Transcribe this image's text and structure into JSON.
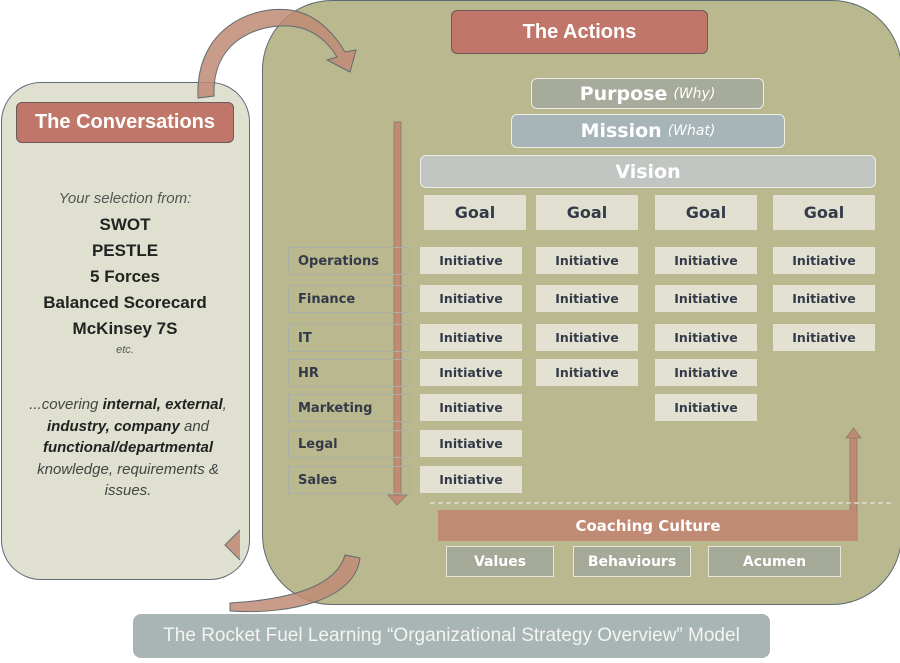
{
  "conversations": {
    "title": "The Conversations",
    "intro": "Your selection from:",
    "tools": [
      "SWOT",
      "PESTLE",
      "5 Forces",
      "Balanced Scorecard",
      "McKinsey 7S"
    ],
    "etc": "etc.",
    "covering": [
      {
        "text": "...covering ",
        "style": "i"
      },
      {
        "text": "internal,",
        "style": "bi"
      },
      {
        "text": " external",
        "style": "bi"
      },
      {
        "text": ", ",
        "style": "i"
      },
      {
        "text": "industry,",
        "style": "bi"
      },
      {
        "text": " company",
        "style": "bi"
      },
      {
        "text": " and ",
        "style": "i"
      },
      {
        "text": "functional/departmental",
        "style": "bi"
      },
      {
        "text": " knowledge, requirements & issues.",
        "style": "i"
      }
    ]
  },
  "actions": {
    "title": "The Actions",
    "purpose": {
      "label": "Purpose",
      "sub": "(Why)"
    },
    "mission": {
      "label": "Mission",
      "sub": "(What)"
    },
    "vision": "Vision",
    "goals": [
      "Goal",
      "Goal",
      "Goal",
      "Goal"
    ],
    "departments": [
      "Operations",
      "Finance",
      "IT",
      "HR",
      "Marketing",
      "Legal",
      "Sales"
    ],
    "initiative_label": "Initiative",
    "initiative_counts": [
      7,
      4,
      5,
      3
    ],
    "culture": {
      "title": "Coaching Culture",
      "items": [
        "Values",
        "Behaviours",
        "Acumen"
      ]
    }
  },
  "caption": "The Rocket Fuel Learning “Organizational Strategy Overview” Model",
  "colors": {
    "olive": "#b9b88e",
    "terracotta": "#c0776a",
    "culture": "#c08a74",
    "caption": "#a9b4b4"
  }
}
